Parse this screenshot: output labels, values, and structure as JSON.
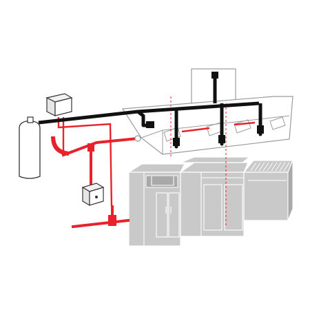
{
  "colors": {
    "background": "#ffffff",
    "black_pipe": "#111111",
    "red_pipe": "#e8212a",
    "equipment_fill": "#c9c9c9",
    "equipment_dark": "#a9a9a9",
    "equipment_outline": "#ffffff",
    "hood_fill": "#ffffff",
    "hood_outline": "#9a9a9a",
    "device_fill": "#e6e6e6",
    "device_outline": "#333333"
  },
  "components": [
    {
      "name": "agent-cylinder",
      "icon": "gas-cylinder-icon"
    },
    {
      "name": "control-head",
      "icon": "control-box-icon"
    },
    {
      "name": "manual-pull-station",
      "icon": "pull-station-icon"
    },
    {
      "name": "exhaust-hood",
      "icon": "hood-icon"
    },
    {
      "name": "exhaust-plenum",
      "icon": "duct-icon"
    },
    {
      "name": "cooking-line",
      "icon": "range-icon"
    }
  ]
}
